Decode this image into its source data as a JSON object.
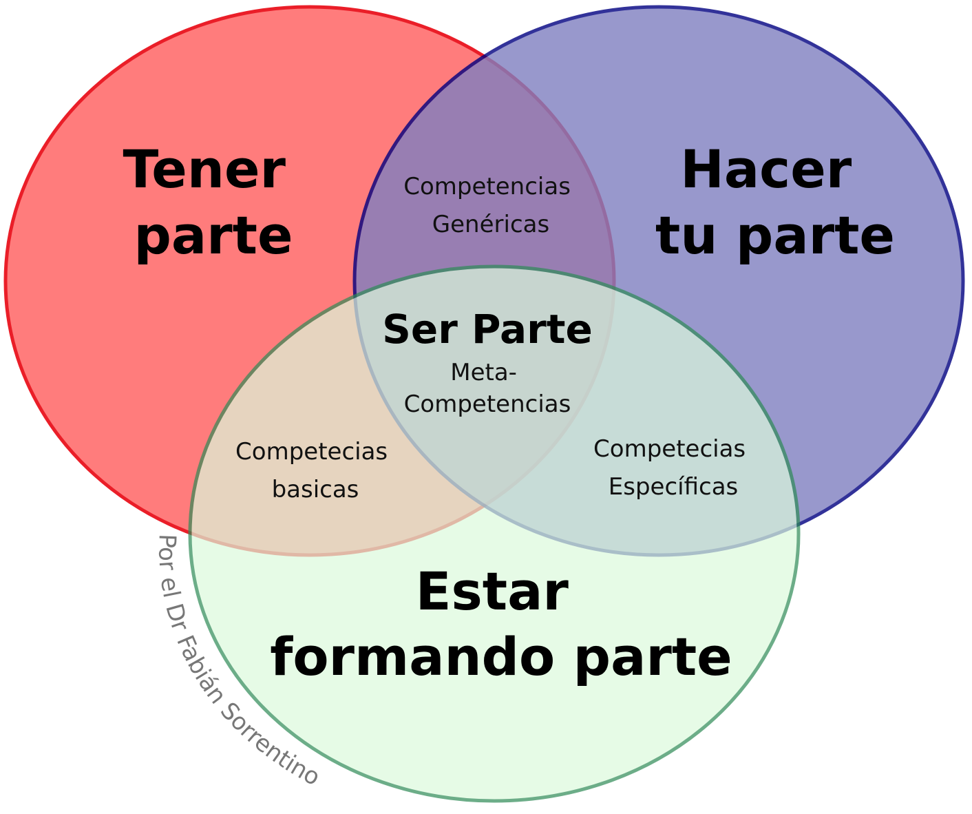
{
  "sets": {
    "red": {
      "title_line1": "Tener",
      "title_line2": "parte",
      "fill": "#ff6b6b",
      "stroke": "#e8000b"
    },
    "blue": {
      "title_line1": "Hacer",
      "title_line2": "tu parte",
      "fill": "#7f7fc0",
      "stroke": "#000080"
    },
    "green": {
      "title_line1": "Estar",
      "title_line2": "formando parte",
      "fill": "#dcfadc",
      "stroke": "#2e8b57"
    }
  },
  "overlaps": {
    "red_blue": {
      "line1": "Competencias",
      "line2": "Genéricas"
    },
    "red_green": {
      "line1": "Competecias",
      "line2": "basicas"
    },
    "blue_green": {
      "line1": "Competecias",
      "line2": "Específicas"
    },
    "center": {
      "title": "Ser Parte",
      "line1": "Meta-",
      "line2": "Competencias"
    }
  },
  "credit": "Por el Dr Fabián Sorrentino"
}
